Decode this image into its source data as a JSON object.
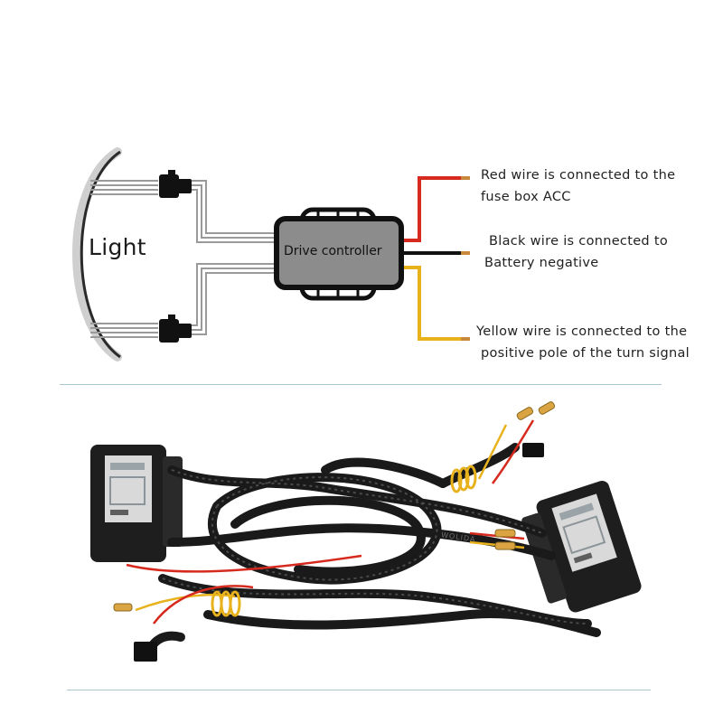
{
  "diagram": {
    "light_label": "Light",
    "controller_label": "Drive controller",
    "wires": [
      {
        "name": "red",
        "color": "#d62a1e",
        "line1": "Red wire is connected to the",
        "line2": "fuse box ACC"
      },
      {
        "name": "black",
        "color": "#111111",
        "line1": "Black wire is connected to",
        "line2": "Battery negative"
      },
      {
        "name": "yellow",
        "color": "#e8b21c",
        "line1": "Yellow wire is connected to the",
        "line2": "positive pole of the turn signal"
      }
    ]
  },
  "photo": {
    "cable_print": "WOLIDA"
  },
  "colors": {
    "harness_gray": "#9a9a9a",
    "controller_fill": "#8c8c8c",
    "divider": "#a9c6d3",
    "cable_black": "#1a1a1a"
  }
}
